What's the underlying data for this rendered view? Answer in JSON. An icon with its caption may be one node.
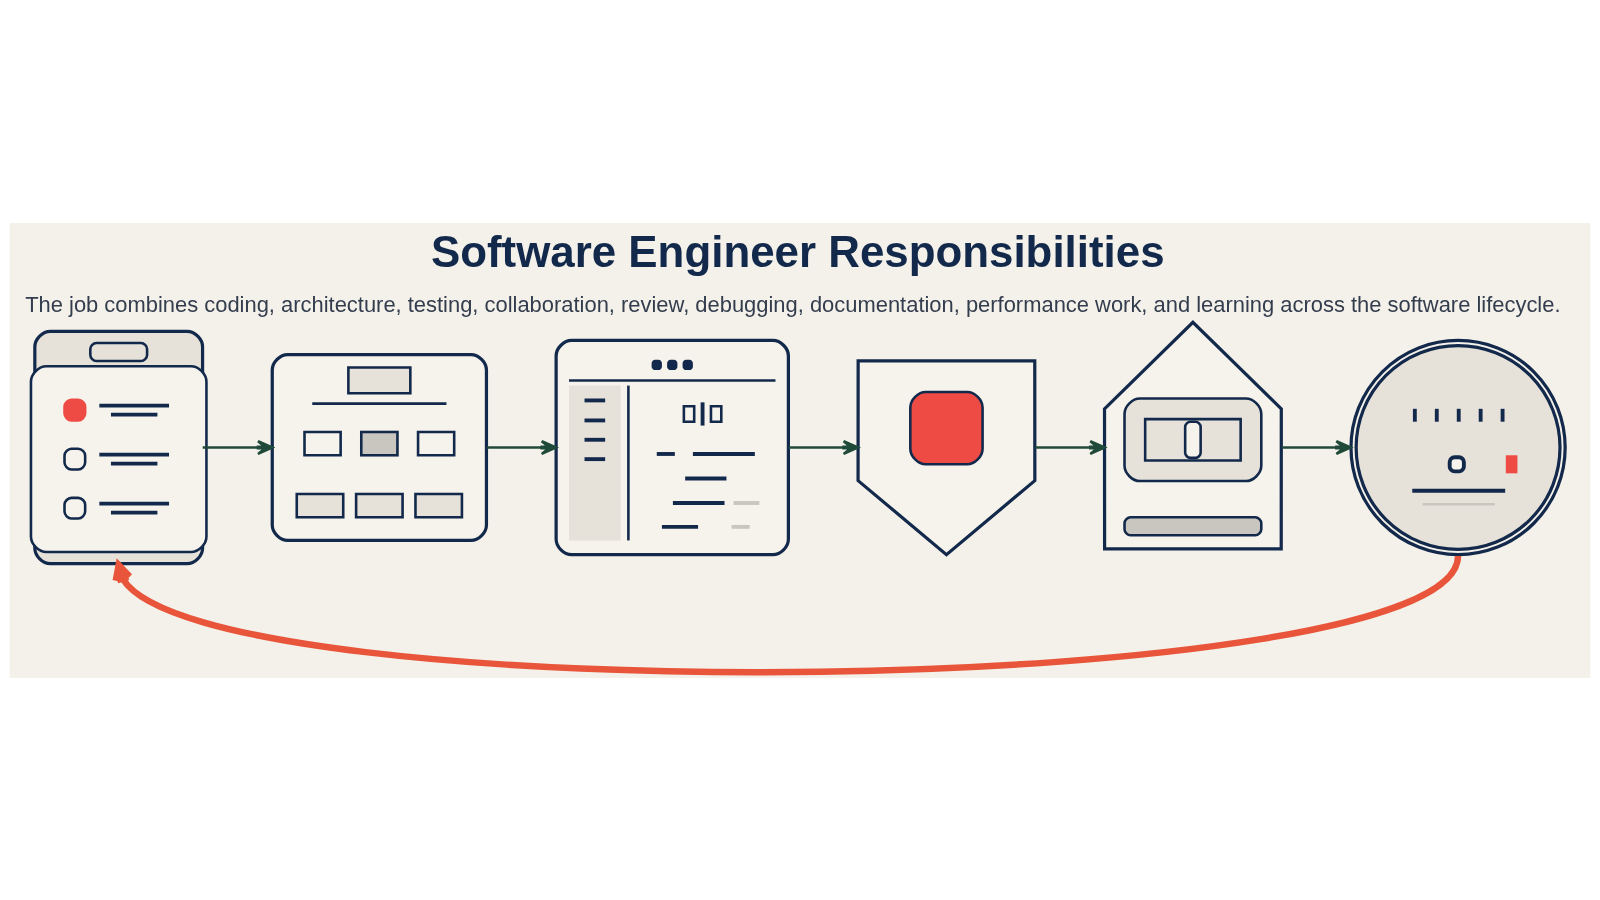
{
  "diagram": {
    "title": "Software Engineer Responsibilities",
    "caption": "The job combines coding, architecture, testing, collaboration, review, debugging, documentation, performance work, and learning across the software lifecycle.",
    "nodes": [
      {
        "text": [],
        "shape": "picture"
      },
      {
        "text": [],
        "shape": "picture"
      },
      {
        "text": [],
        "shape": "picture"
      },
      {
        "text": [],
        "shape": "picture"
      },
      {
        "text": [],
        "shape": "picture"
      },
      {
        "text": [],
        "shape": "picture"
      }
    ],
    "edges": [
      {
        "from": 0,
        "to": 1,
        "arrow": "to"
      },
      {
        "from": 1,
        "to": 2,
        "arrow": "to"
      },
      {
        "from": 2,
        "to": 3,
        "arrow": "to"
      },
      {
        "from": 3,
        "to": 4,
        "arrow": "to"
      },
      {
        "from": 4,
        "to": 5,
        "arrow": "to"
      },
      {
        "from": 5,
        "to": 0,
        "arrow": "to",
        "style": "thick",
        "color": "#e8553a"
      }
    ]
  }
}
